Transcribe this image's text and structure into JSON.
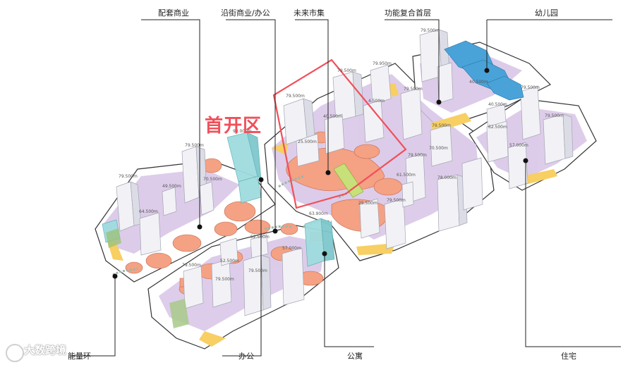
{
  "callouts": {
    "supporting_commerce": "配套商业",
    "street_commerce_office": "沿街商业/办公",
    "future_market": "未来市集",
    "mixed_ground_floor": "功能复合首层",
    "kindergarten": "幼儿园",
    "energy_ring": "能量环",
    "office": "办公",
    "apartment": "公寓",
    "residential": "住宅"
  },
  "highlight": {
    "label": "首开区",
    "color": "#f0505a"
  },
  "height_markers": [
    "79.500m",
    "79.500m",
    "79.950m",
    "79.500m",
    "79.500m",
    "79.500m",
    "93.000m",
    "40.500m",
    "4.500m",
    "25.500m",
    "79.500m",
    "49.500m",
    "70.500m",
    "64.500m",
    "79.500m",
    "79.500m",
    "61.500m",
    "78.000m",
    "70.500m",
    "25.500m",
    "79.500m",
    "63.900m",
    "52.500m",
    "57.000m",
    "52.500m",
    "79.500m",
    "79.500m",
    "79.500m",
    "62.500m",
    "40.500m",
    "57.000m",
    "79.500m",
    "79.500m",
    "40.500m"
  ],
  "watermark": "大数跨境",
  "colors": {
    "commerce": "#f4a184",
    "office_glass": "#9fdcdf",
    "kindergarten": "#4aa3d8",
    "green": "#c8e07a",
    "plinth": "#d7c4e6",
    "yellow": "#f7cf62",
    "tower": "#f2f2f6"
  }
}
